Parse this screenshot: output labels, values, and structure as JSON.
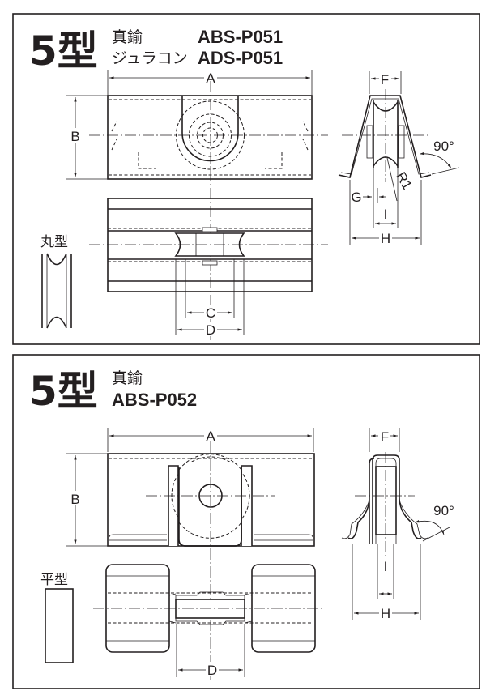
{
  "panels": [
    {
      "type_label": "5型",
      "materials": [
        "真鍮",
        "ジュラコン"
      ],
      "codes": [
        "ABS-P051",
        "ADS-P051"
      ],
      "wheel_profile_label": "丸型",
      "dims": {
        "A": "A",
        "B": "B",
        "C": "C",
        "D": "D",
        "F": "F",
        "G": "G",
        "H": "H",
        "I": "I",
        "R": "R1",
        "angle": "90°"
      }
    },
    {
      "type_label": "5型",
      "materials": [
        "真鍮"
      ],
      "codes": [
        "ABS-P052"
      ],
      "wheel_profile_label": "平型",
      "dims": {
        "A": "A",
        "B": "B",
        "D": "D",
        "F": "F",
        "H": "H",
        "I": "I",
        "angle": "90°"
      }
    }
  ]
}
